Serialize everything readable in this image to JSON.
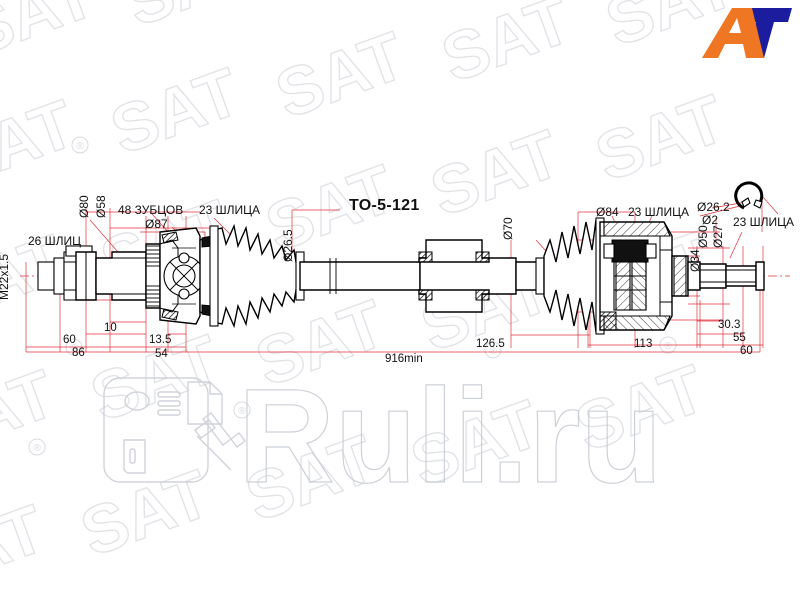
{
  "document": {
    "type": "technical-drawing",
    "subject": "CV joint drive shaft assembly",
    "part_number": "TO-5-121"
  },
  "brand": {
    "logo_letter_a": "A",
    "logo_letter_t": "T",
    "logo_color_a": "#ef7622",
    "logo_color_t": "#1b1c9e",
    "background_watermark": "SAT",
    "background_watermark_mark": "®"
  },
  "watermark": {
    "site": "Ruli.ru",
    "site_part_1": "Ruli",
    "site_part_2": ".ru",
    "color": "#c4c8d0"
  },
  "labels": {
    "left_thread": "M22x1.5",
    "left_spline": "26 ШЛИЦ",
    "outer_teeth": "48 ЗУБЦОВ",
    "outer_spline": "23 ШЛИЦА",
    "inner_spline_left": "23 ШЛИЦА",
    "inner_spline_right": "23 ШЛИЦА"
  },
  "diameters": {
    "d80": "Ø80",
    "d58": "Ø58",
    "d87": "Ø87",
    "d26_5": "Ø26.5",
    "d70": "Ø70",
    "d84": "Ø84",
    "d26_2": "Ø26.2",
    "d2": "Ø2",
    "d50": "Ø50",
    "d27": "Ø27",
    "d34": "Ø34"
  },
  "dimensions": {
    "len_10": "10",
    "len_60_left": "60",
    "len_86": "86",
    "len_13_5": "13.5",
    "len_54": "54",
    "len_916min": "916min",
    "len_126_5": "126.5",
    "len_113": "113",
    "len_30_3": "30.3",
    "len_55": "55",
    "len_60_right": "60"
  },
  "colors": {
    "dimension_red": "#e0323c",
    "drawing_black": "#000000",
    "paper": "#ffffff"
  }
}
